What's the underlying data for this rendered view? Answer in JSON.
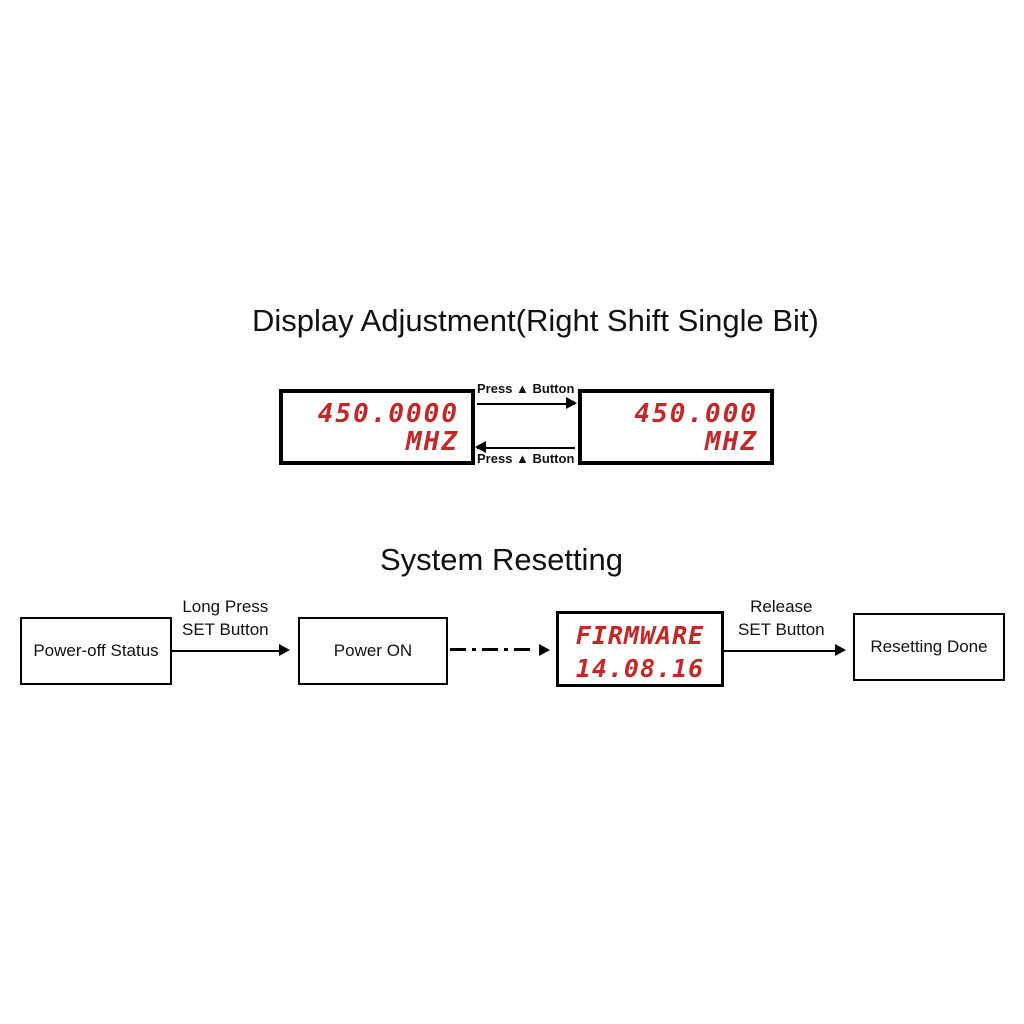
{
  "sections": [
    {
      "id": "display-adjustment",
      "title": "Display Adjustment(Right Shift Single Bit)"
    },
    {
      "id": "system-resetting",
      "title": "System Resetting"
    }
  ],
  "display_adjustment": {
    "title": "Display Adjustment(Right Shift Single Bit)",
    "lcd_left": {
      "frequency": "450.0000",
      "unit": "MHZ"
    },
    "lcd_right": {
      "frequency": "450.000",
      "unit": "MHZ"
    },
    "transitions": [
      {
        "label": "Press ▲ Button",
        "direction": "right",
        "from": "lcd_left",
        "to": "lcd_right"
      },
      {
        "label": "Press ▲ Button",
        "direction": "left",
        "from": "lcd_right",
        "to": "lcd_left"
      }
    ]
  },
  "system_resetting": {
    "title": "System Resetting",
    "steps": [
      {
        "id": "power-off-status",
        "type": "box",
        "label": "Power-off Status"
      },
      {
        "id": "power-on",
        "type": "box",
        "label": "Power ON"
      },
      {
        "id": "firmware",
        "type": "lcd",
        "line1": "FIRMWARE",
        "line2": "14.08.16"
      },
      {
        "id": "resetting-done",
        "type": "box",
        "label": "Resetting Done"
      }
    ],
    "connectors": [
      {
        "id": "conn-1",
        "label_line1": "Long Press",
        "label_line2": "SET Button",
        "style": "solid",
        "direction": "right"
      },
      {
        "id": "conn-2",
        "label_line1": "",
        "label_line2": "",
        "style": "dash-dot",
        "direction": "right"
      },
      {
        "id": "conn-3",
        "label_line1": "Release",
        "label_line2": "SET Button",
        "style": "solid",
        "direction": "right"
      }
    ]
  },
  "colors": {
    "lcd_red": "#C42727",
    "line_black": "#000000",
    "text_black": "#111111",
    "background": "#FFFFFF"
  }
}
